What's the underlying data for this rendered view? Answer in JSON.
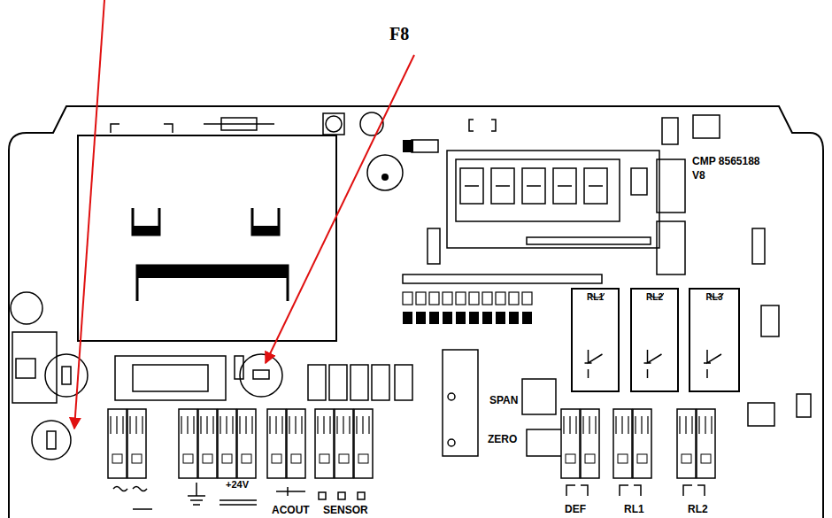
{
  "diagram": {
    "nodes": [
      {
        "text": [
          "RL1"
        ]
      },
      {
        "text": [
          "RL2"
        ]
      },
      {
        "text": [
          "RL3"
        ]
      }
    ],
    "labels": [
      "F8",
      "CMP 8565188",
      "V8",
      "SPAN",
      "ZERO",
      "+24V",
      "ACOUT",
      "SENSOR",
      "DEF",
      "RL1",
      "RL2"
    ]
  }
}
